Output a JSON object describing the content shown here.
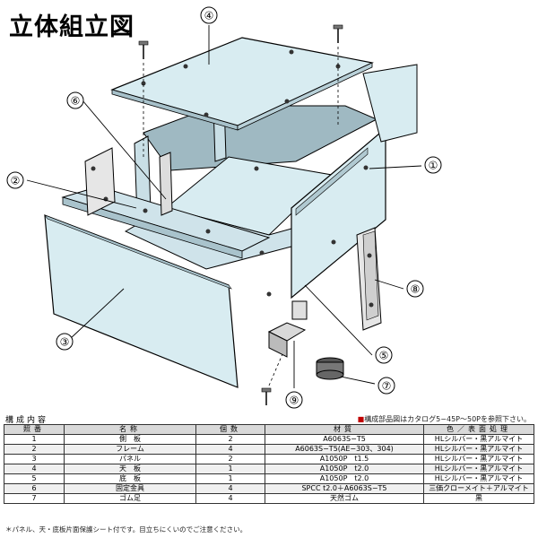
{
  "title": "立体組立図",
  "callouts": [
    {
      "num": "①"
    },
    {
      "num": "②"
    },
    {
      "num": "③"
    },
    {
      "num": "④"
    },
    {
      "num": "⑤"
    },
    {
      "num": "⑥"
    },
    {
      "num": "⑦"
    },
    {
      "num": "⑧"
    },
    {
      "num": "⑨"
    }
  ],
  "section_label": "構成内容",
  "catalog_note": {
    "mark": "■",
    "text": "構成部品図はカタログ5−45P〜50Pを参照下さい。"
  },
  "table": {
    "headers": [
      "照番",
      "名称",
      "個数",
      "材質",
      "色／表面処理"
    ],
    "rows": [
      [
        "1",
        "側　板",
        "2",
        "A6063S−T5",
        "HLシルバー・黒アルマイト"
      ],
      [
        "2",
        "フレーム",
        "4",
        "A6063S−T5(AE−303、304)",
        "HLシルバー・黒アルマイト"
      ],
      [
        "3",
        "パネル",
        "2",
        "A1050P　t1.5",
        "HLシルバー・黒アルマイト"
      ],
      [
        "4",
        "天　板",
        "1",
        "A1050P　t2.0",
        "HLシルバー・黒アルマイト"
      ],
      [
        "5",
        "底　板",
        "1",
        "A1050P　t2.0",
        "HLシルバー・黒アルマイト"
      ],
      [
        "6",
        "固定金具",
        "4",
        "SPCC t2.0＋A6063S−T5",
        "三価クローメイト＋アルマイト"
      ],
      [
        "7",
        "ゴム足",
        "4",
        "天然ゴム",
        "黒"
      ]
    ]
  },
  "footnote": "＊パネル、天・底板片面保護シート付です。目立ちにくいのでご注意ください。",
  "colors": {
    "panel": "#d8ecf1",
    "panel_dark": "#bcd6de",
    "accent": "#c00000"
  }
}
